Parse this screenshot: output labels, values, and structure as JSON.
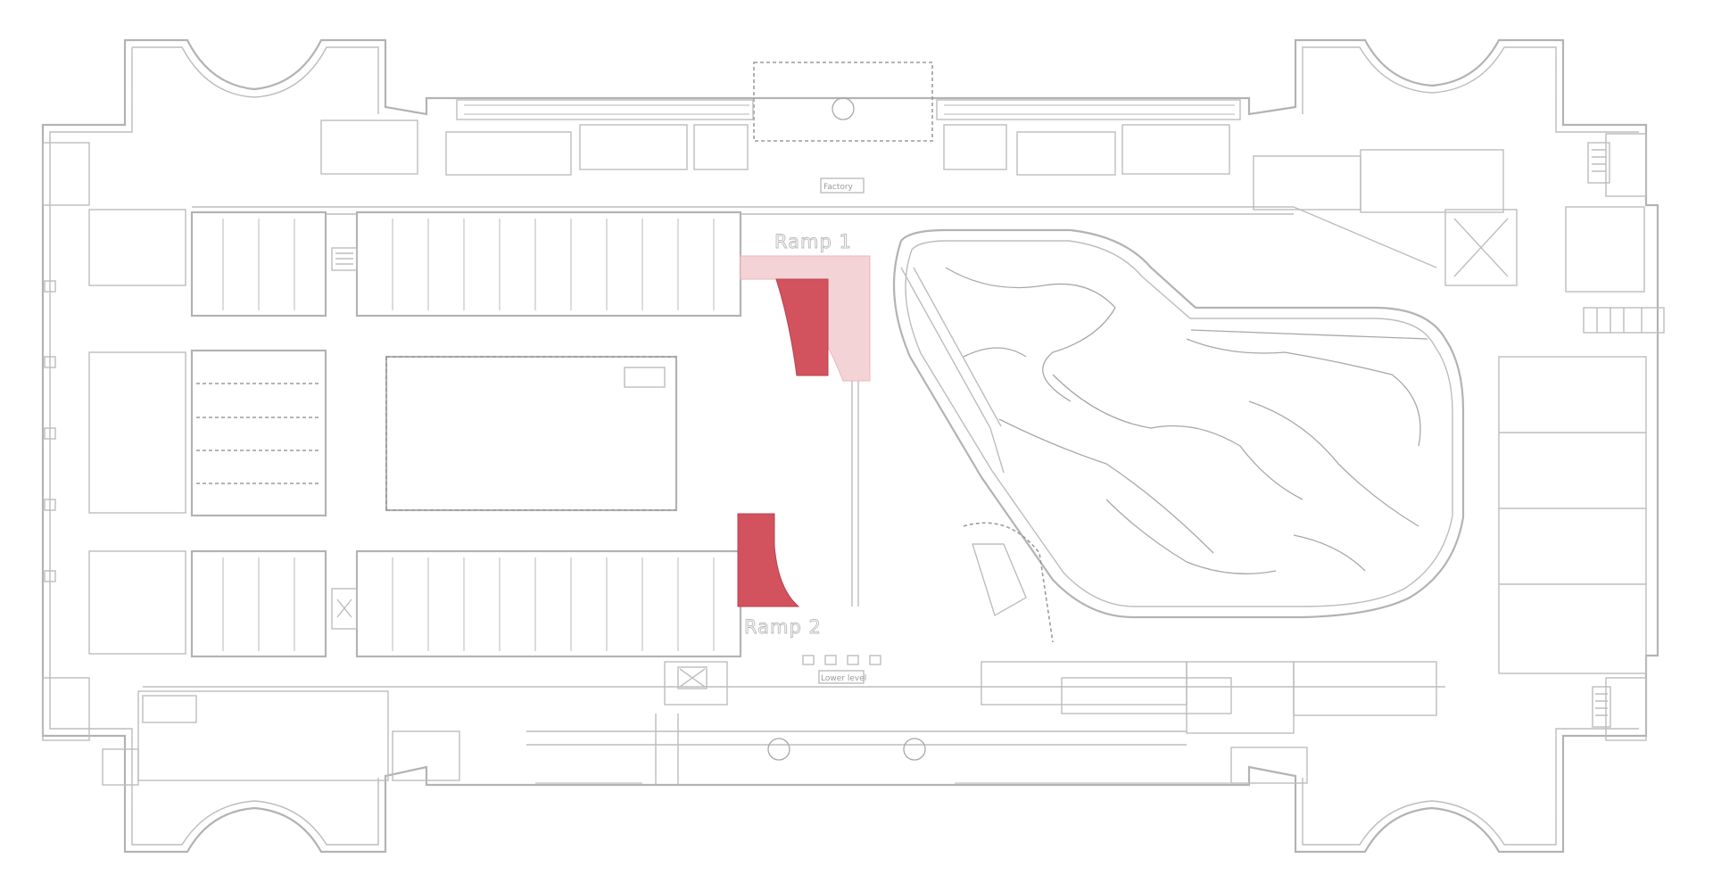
{
  "map": {
    "labels": {
      "ramp_1": "Ramp 1",
      "ramp_2": "Ramp 2"
    },
    "signs": {
      "top_sign": "Factory",
      "bottom_sign": "Lower level"
    },
    "colors": {
      "ramp_1_light": "#f4d3d6",
      "ramp_1_dark": "#d2525d",
      "ramp_2": "#d2525d",
      "walls": "#b3b3b3",
      "background": "#ffffff"
    }
  }
}
